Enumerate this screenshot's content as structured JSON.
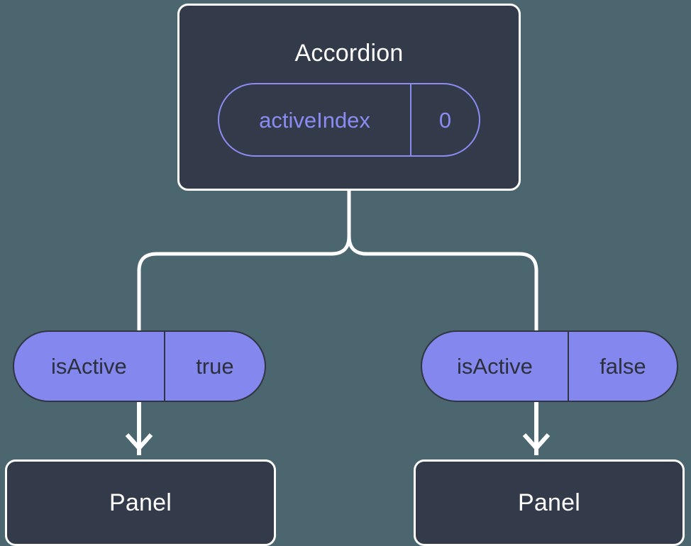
{
  "diagram": {
    "type": "component-tree",
    "background_color": "#4c6670",
    "node_fill": "#333a49",
    "node_border": "#ffffff",
    "accent_color": "#8488ee",
    "outline_accent_color": "#8b8bf2",
    "pill_text_color": "#2b303c",
    "connector_color": "#ffffff",
    "root": {
      "title": "Accordion",
      "state": {
        "key": "activeIndex",
        "value": "0"
      }
    },
    "branches": [
      {
        "prop": {
          "key": "isActive",
          "value": "true"
        },
        "child_title": "Panel"
      },
      {
        "prop": {
          "key": "isActive",
          "value": "false"
        },
        "child_title": "Panel"
      }
    ]
  }
}
